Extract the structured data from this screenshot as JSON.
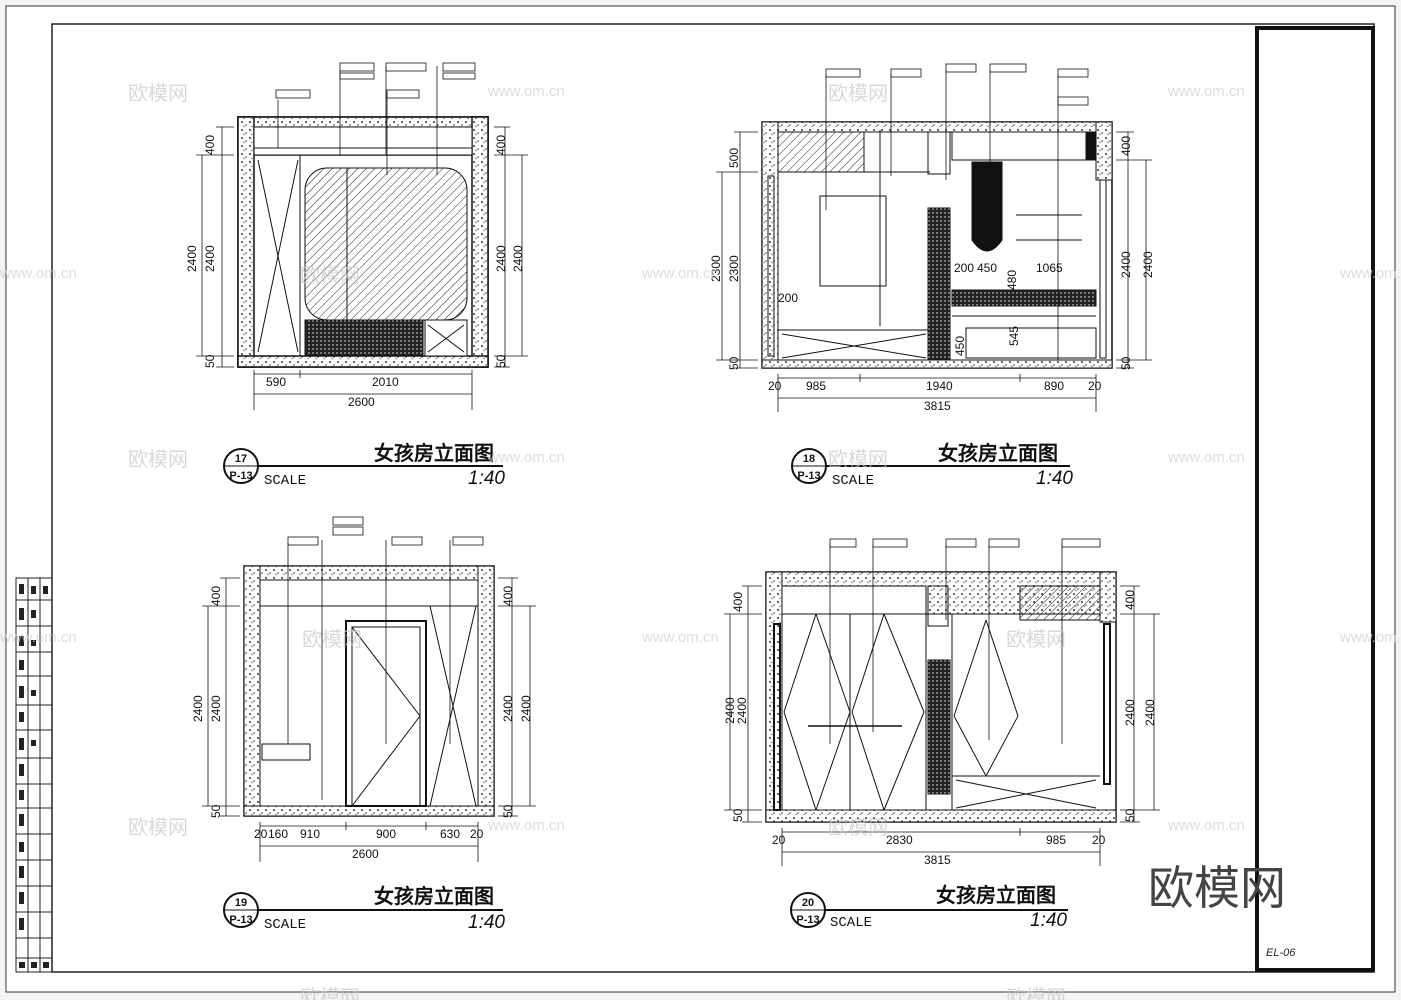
{
  "watermarks": {
    "brand_cn": "欧模网",
    "site": "www.om.cn"
  },
  "logo_text": "欧模网",
  "sheet_code": "EL-06",
  "views": [
    {
      "number": "17",
      "sheet": "P-13",
      "title": "女孩房立面图",
      "scale_label": "SCALE",
      "ratio": "1:40",
      "dims": {
        "top": "400",
        "mid": "2400",
        "bottom": "50",
        "h1": "590",
        "h2": "2010",
        "total": "2600"
      }
    },
    {
      "number": "18",
      "sheet": "P-13",
      "title": "女孩房立面图",
      "scale_label": "SCALE",
      "ratio": "1:40",
      "dims": {
        "top": "500",
        "mid": "2300",
        "bottom": "50",
        "rtop": "400",
        "rmid": "2400",
        "h0": "20",
        "h1": "985",
        "h2": "1940",
        "h3": "890",
        "h4": "20",
        "total": "3815",
        "i1": "200",
        "i2": "450",
        "i3": "1065",
        "i4": "200",
        "i5": "480",
        "i6": "545",
        "i7": "450"
      }
    },
    {
      "number": "19",
      "sheet": "P-13",
      "title": "女孩房立面图",
      "scale_label": "SCALE",
      "ratio": "1:40",
      "dims": {
        "top": "400",
        "mid": "2400",
        "bottom": "50",
        "h0": "20",
        "h1": "160",
        "h2": "910",
        "h3": "900",
        "h4": "630",
        "h5": "20",
        "total": "2600"
      }
    },
    {
      "number": "20",
      "sheet": "P-13",
      "title": "女孩房立面图",
      "scale_label": "SCALE",
      "ratio": "1:40",
      "dims": {
        "top": "400",
        "mid": "2400",
        "bottom": "50",
        "h0": "20",
        "h1": "2830",
        "h2": "985",
        "h3": "20",
        "total": "3815"
      }
    }
  ]
}
